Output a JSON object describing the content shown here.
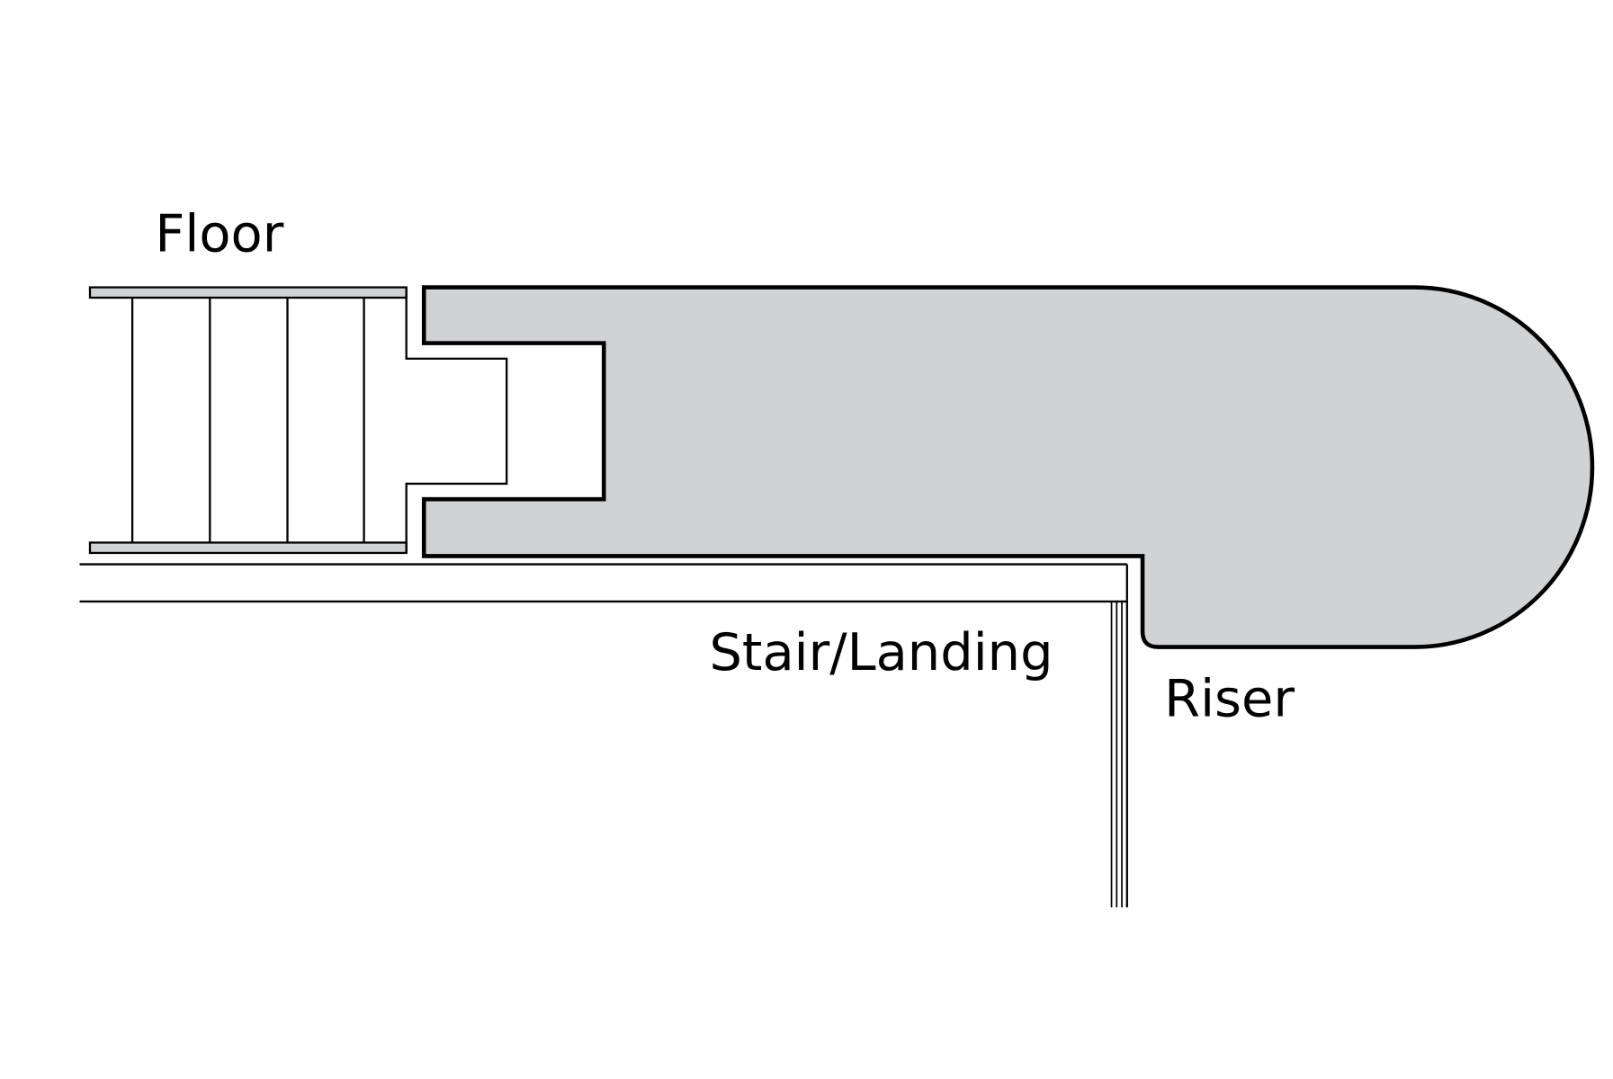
{
  "labels": {
    "floor": "Floor",
    "stair_landing": "Stair/Landing",
    "riser": "Riser"
  },
  "colors": {
    "nosing_fill": "#d1d2d4",
    "strip_fill": "#d1d2d4",
    "line": "#000000"
  }
}
